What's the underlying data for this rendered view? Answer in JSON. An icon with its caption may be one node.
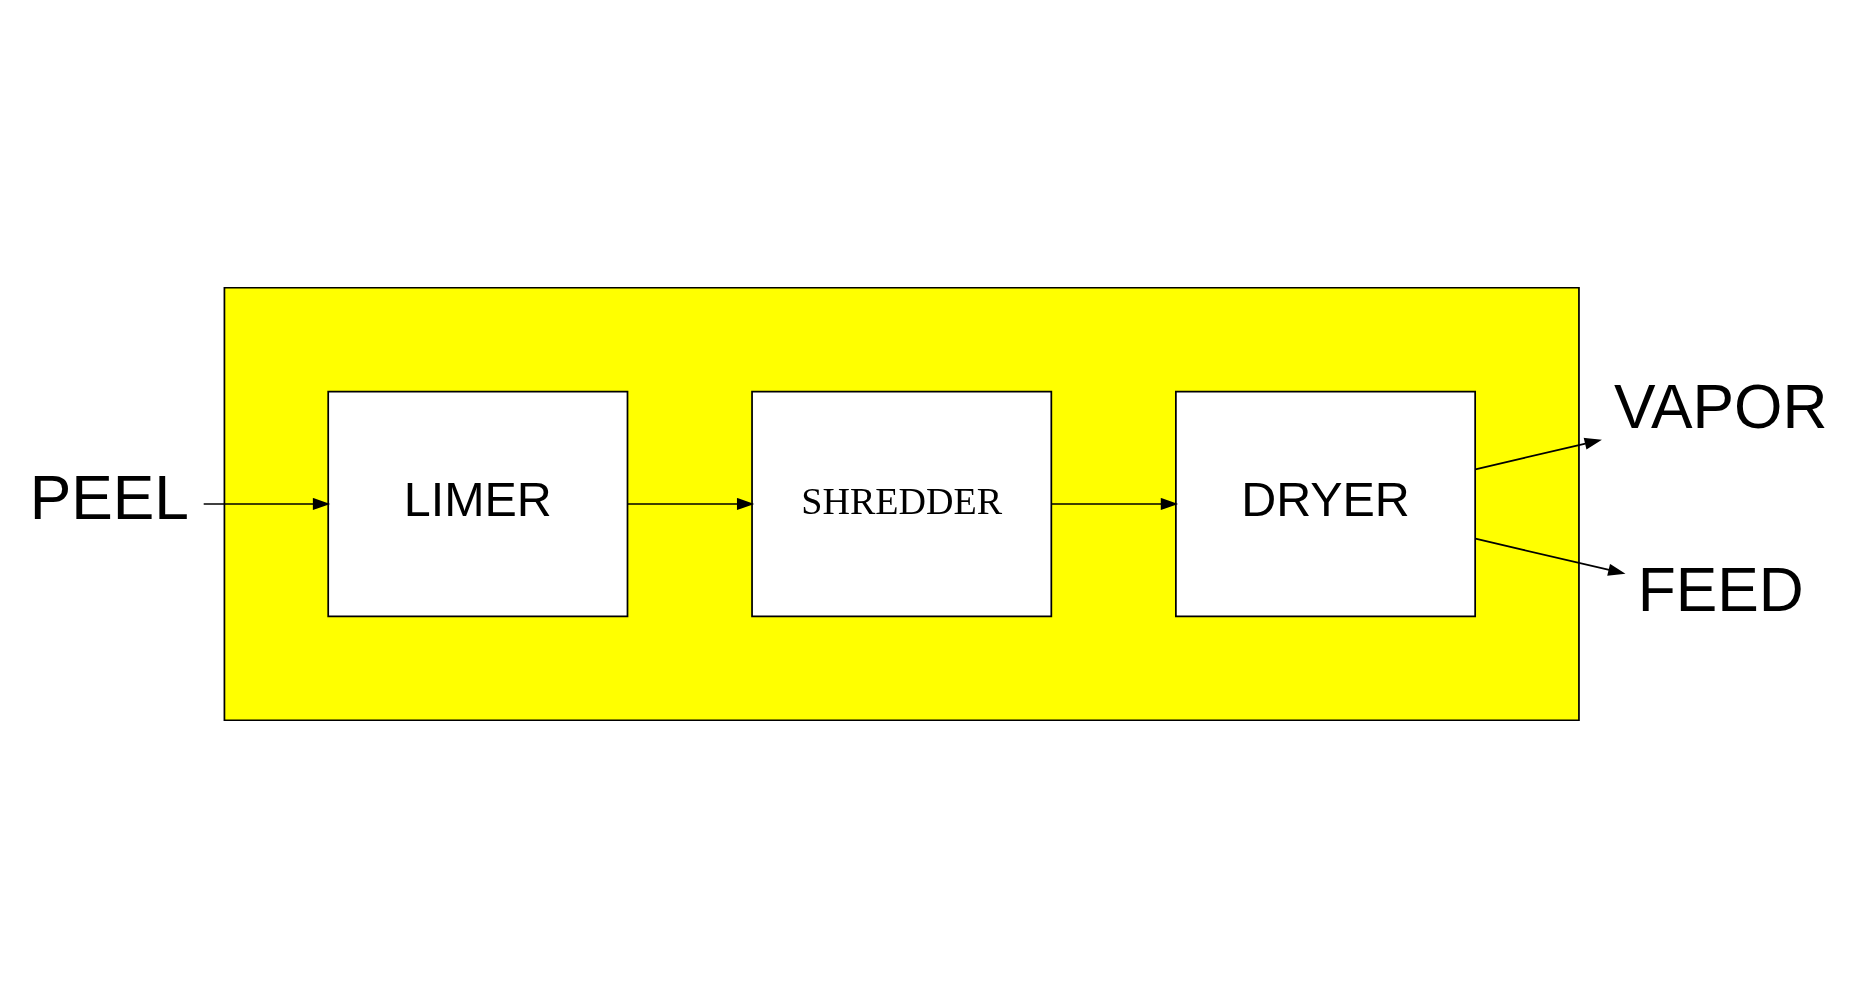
{
  "diagram": {
    "nodes": [
      {
        "text": [],
        "shape": "box"
      },
      {
        "text": [
          "PEEL"
        ]
      },
      {
        "text": [
          "LIMER"
        ],
        "in": 0
      },
      {
        "text": [
          "SHREDDER"
        ],
        "in": 0
      },
      {
        "text": [
          "DRYER"
        ],
        "in": 0
      },
      {
        "text": [
          "VAPOR"
        ]
      },
      {
        "text": [
          "FEED"
        ]
      }
    ],
    "edges": [
      {
        "from": 1,
        "to": 2,
        "arrow": "to"
      },
      {
        "from": 2,
        "to": 3,
        "arrow": "to"
      },
      {
        "from": 3,
        "to": 4,
        "arrow": "to"
      },
      {
        "from": 4,
        "to": 5,
        "arrow": "to"
      },
      {
        "from": 4,
        "to": 6,
        "arrow": "to"
      }
    ]
  }
}
